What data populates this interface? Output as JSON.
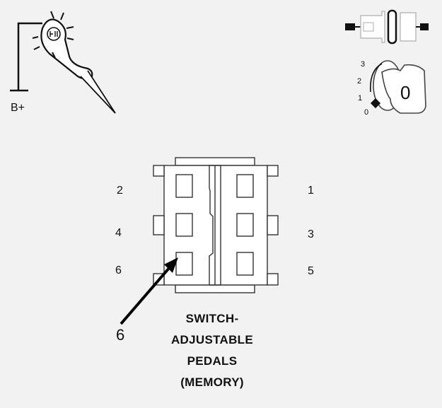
{
  "probe": {
    "label": "B+"
  },
  "ignition": {
    "positions": [
      "3",
      "2",
      "1",
      "0"
    ],
    "selected_position": "0"
  },
  "connector": {
    "pins_left": [
      "2",
      "4",
      "6"
    ],
    "pins_right": [
      "1",
      "3",
      "5"
    ],
    "callout_pin": "6"
  },
  "caption": {
    "line1": "SWITCH-",
    "line2": "ADJUSTABLE",
    "line3": "PEDALS",
    "line4": "(MEMORY)"
  }
}
